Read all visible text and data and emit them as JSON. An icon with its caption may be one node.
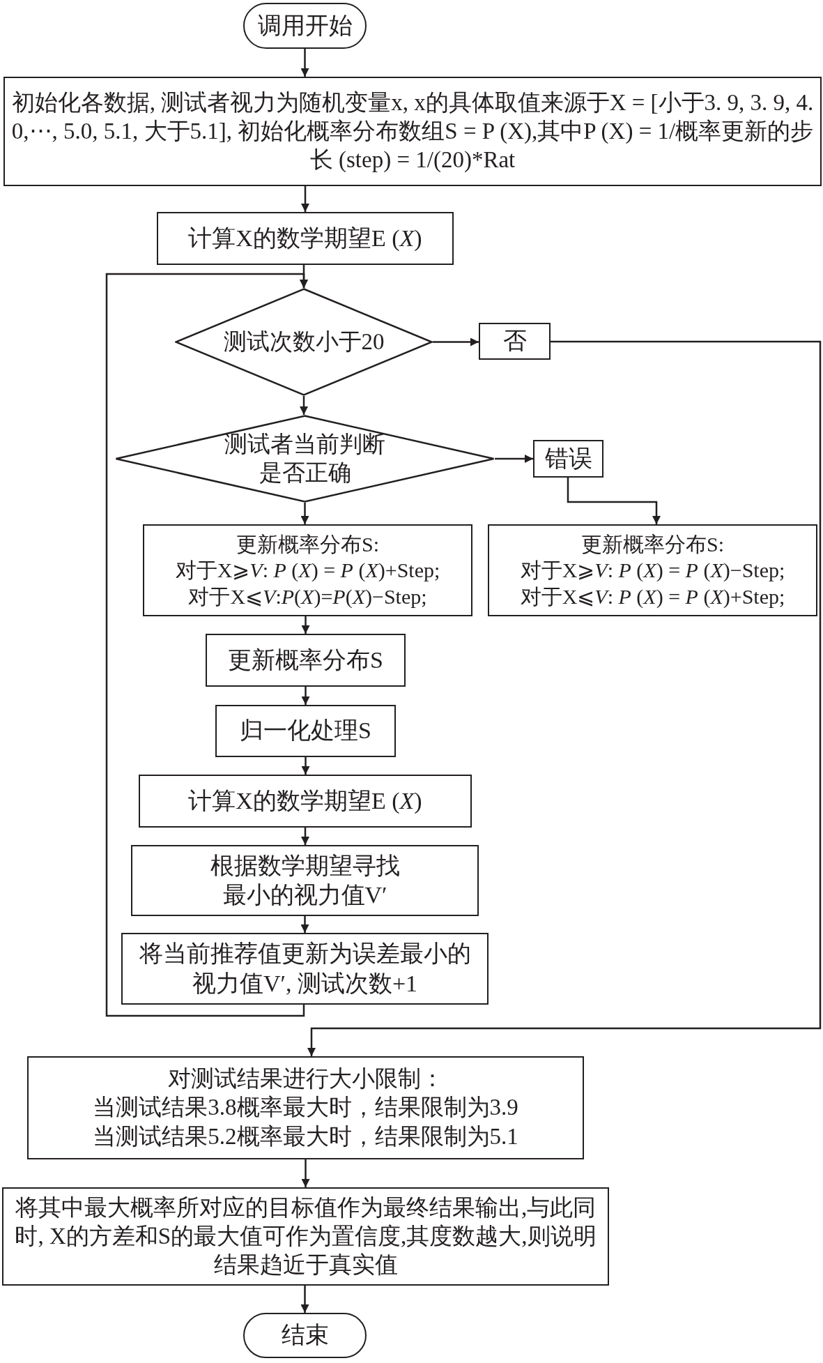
{
  "diagram": {
    "nodes": [
      {
        "text": [
          "调用开始"
        ]
      },
      {
        "text": [
          "初始化各数据, 测试者视力为随机变量x, x的具体取值来源于X = [小于3. 9, 3. 9, 4. 0,⋯, 5.0, 5.1, 大于5.1], 初始化概率分布数组S = P (X),其中P (X) = 1/概率更新的步长 (step) = 1/(20)*Rat"
        ]
      },
      {
        "text": [
          "计算X的数学期望E (*X*)"
        ]
      },
      {
        "text": [
          "测试次数小于20"
        ]
      },
      {
        "text": [
          "否"
        ]
      },
      {
        "text": [
          "测试者当前判断是否正确"
        ]
      },
      {
        "text": [
          "错误"
        ]
      },
      {
        "text": [
          "更新概率分布S:",
          "对于X⩾*V*: *P* (*X*) = *P* (*X*)+Step;",
          "对于X⩽*V*:*P*(*X*)=*P*(*X*)−Step;"
        ]
      },
      {
        "text": [
          "更新概率分布S:",
          "对于X⩾*V*: *P* (*X*) = *P* (*X*)−Step;",
          "对于X⩽*V*: *P* (*X*) = *P* (*X*)+Step;"
        ]
      },
      {
        "text": [
          "更新概率分布S"
        ]
      },
      {
        "text": [
          "归一化处理S"
        ]
      },
      {
        "text": [
          "计算X的数学期望E (*X*)"
        ]
      },
      {
        "text": [
          "根据数学期望寻找最小的视力值V′"
        ]
      },
      {
        "text": [
          "将当前推荐值更新为误差最小的视力值V′, 测试次数+1"
        ]
      },
      {
        "text": [
          "对测试结果进行大小限制：",
          "当测试结果3.8概率最大时，结果限制为3.9",
          "当测试结果5.2概率最大时，结果限制为5.1"
        ]
      },
      {
        "text": [
          "将其中最大概率所对应的目标值作为最终结果输出,与此同时, X的方差和S的最大值可作为置信度,其度数越大,则说明结果趋近于真实值"
        ]
      },
      {
        "text": [
          "结束"
        ]
      }
    ],
    "edges": [
      {
        "from": 0,
        "to": 1,
        "arrow": "to"
      },
      {
        "from": 1,
        "to": 2,
        "arrow": "to"
      },
      {
        "from": 2,
        "to": 3,
        "arrow": "to"
      },
      {
        "from": 3,
        "to": 4,
        "arrow": "to"
      },
      {
        "from": 3,
        "to": 5,
        "arrow": "to"
      },
      {
        "from": 5,
        "to": 6,
        "arrow": "to"
      },
      {
        "from": 5,
        "to": 7,
        "arrow": "to"
      },
      {
        "from": 6,
        "to": 8,
        "arrow": "to"
      },
      {
        "from": 7,
        "to": 9,
        "arrow": "to"
      },
      {
        "from": 9,
        "to": 10,
        "arrow": "to"
      },
      {
        "from": 10,
        "to": 11,
        "arrow": "to"
      },
      {
        "from": 11,
        "to": 12,
        "arrow": "to"
      },
      {
        "from": 12,
        "to": 13,
        "arrow": "to"
      },
      {
        "from": 13,
        "to": 3,
        "arrow": "to"
      },
      {
        "from": 4,
        "to": 14,
        "arrow": "to"
      },
      {
        "from": 14,
        "to": 15,
        "arrow": "to"
      },
      {
        "from": 15,
        "to": 16,
        "arrow": "to"
      }
    ]
  }
}
